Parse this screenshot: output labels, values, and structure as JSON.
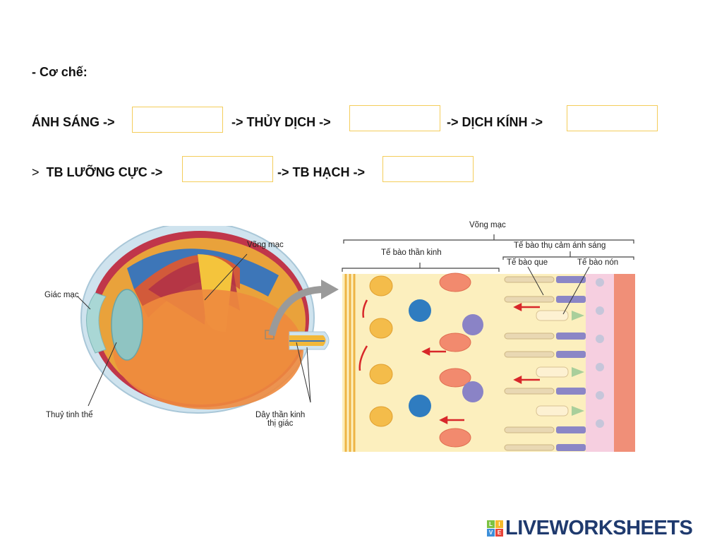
{
  "worksheet": {
    "heading": "- Cơ chế:",
    "row1": {
      "start": "ÁNH SÁNG ->",
      "mid1": "-> THỦY DỊCH ->",
      "mid2": "-> DỊCH KÍNH ->"
    },
    "row2": {
      "prefix": ">",
      "start": "TB LƯỠNG CỰC ->",
      "mid1": "-> TB HẠCH ->"
    },
    "answers": [
      {
        "value": "",
        "placeholder": ""
      },
      {
        "value": "",
        "placeholder": ""
      },
      {
        "value": "",
        "placeholder": ""
      },
      {
        "value": "",
        "placeholder": ""
      },
      {
        "value": "",
        "placeholder": ""
      }
    ],
    "box_border_color": "#f4cd5b"
  },
  "eye_diagram": {
    "labels": {
      "cornea": "Giác mạc",
      "retina": "Võng mạc",
      "lens": "Thuỷ tinh thể",
      "optic_nerve_line1": "Dây thần kinh",
      "optic_nerve_line2": "thị giác"
    }
  },
  "retina_diagram": {
    "labels": {
      "retina": "Võng mạc",
      "neurons": "Tế bào thần kinh",
      "photoreceptors": "Tế bào thụ cảm ánh sáng",
      "rods": "Tế bào que",
      "cones": "Tế bào nón"
    }
  },
  "logo": {
    "blocks": [
      "L",
      "I",
      "V",
      "E"
    ],
    "block_colors": [
      "#7cc242",
      "#f5b92b",
      "#3e8fd9",
      "#e8443a"
    ],
    "text": "LIVEWORKSHEETS",
    "color": "#1f3a6e"
  }
}
